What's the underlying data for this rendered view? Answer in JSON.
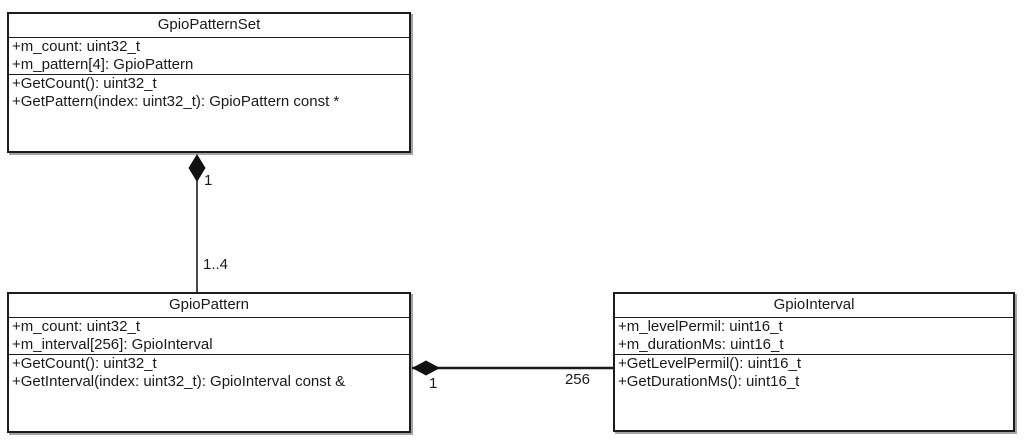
{
  "diagram": {
    "type": "uml-class-diagram",
    "colors": {
      "background": "#ffffff",
      "line": "#1c1c1c",
      "text": "#1a1a1a",
      "box_shadow": "#a3a3a3"
    },
    "classes": [
      {
        "name": "GpioPatternSet",
        "attributes": [
          "+m_count: uint32_t",
          "+m_pattern[4]: GpioPattern"
        ],
        "methods": [
          "+GetCount(): uint32_t",
          "+GetPattern(index: uint32_t): GpioPattern const *"
        ]
      },
      {
        "name": "GpioPattern",
        "attributes": [
          "+m_count: uint32_t",
          "+m_interval[256]: GpioInterval"
        ],
        "methods": [
          "+GetCount(): uint32_t",
          "+GetInterval(index: uint32_t): GpioInterval const &"
        ]
      },
      {
        "name": "GpioInterval",
        "attributes": [
          "+m_levelPermil: uint16_t",
          "+m_durationMs: uint16_t"
        ],
        "methods": [
          "+GetLevelPermil(): uint16_t",
          "+GetDurationMs(): uint16_t"
        ]
      }
    ],
    "relations": [
      {
        "type": "composition",
        "from": "GpioPatternSet",
        "to": "GpioPattern",
        "from_multiplicity": "1",
        "to_multiplicity": "1..4"
      },
      {
        "type": "composition",
        "from": "GpioPattern",
        "to": "GpioInterval",
        "from_multiplicity": "1",
        "to_multiplicity": "256"
      }
    ]
  }
}
